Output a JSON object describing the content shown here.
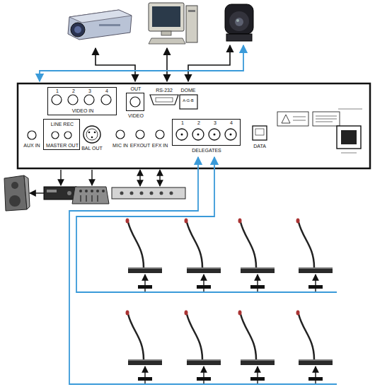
{
  "diagram": {
    "nodes": [
      {
        "text": [
          "1",
          "2",
          "3",
          "4",
          "VIDEO IN"
        ]
      },
      {
        "text": [
          "OUT",
          "VIDEO"
        ]
      },
      {
        "text": [
          "LINE REC",
          "MASTER OUT"
        ]
      },
      {
        "text": [
          "1",
          "2",
          "3",
          "4",
          "DELEGATES"
        ]
      }
    ],
    "labels": [
      "RS-232",
      "DOME",
      "A-G-B",
      "AUX IN",
      "BAL OUT",
      "MIC IN",
      "EFXOUT",
      "EFX IN",
      "DATA"
    ]
  }
}
